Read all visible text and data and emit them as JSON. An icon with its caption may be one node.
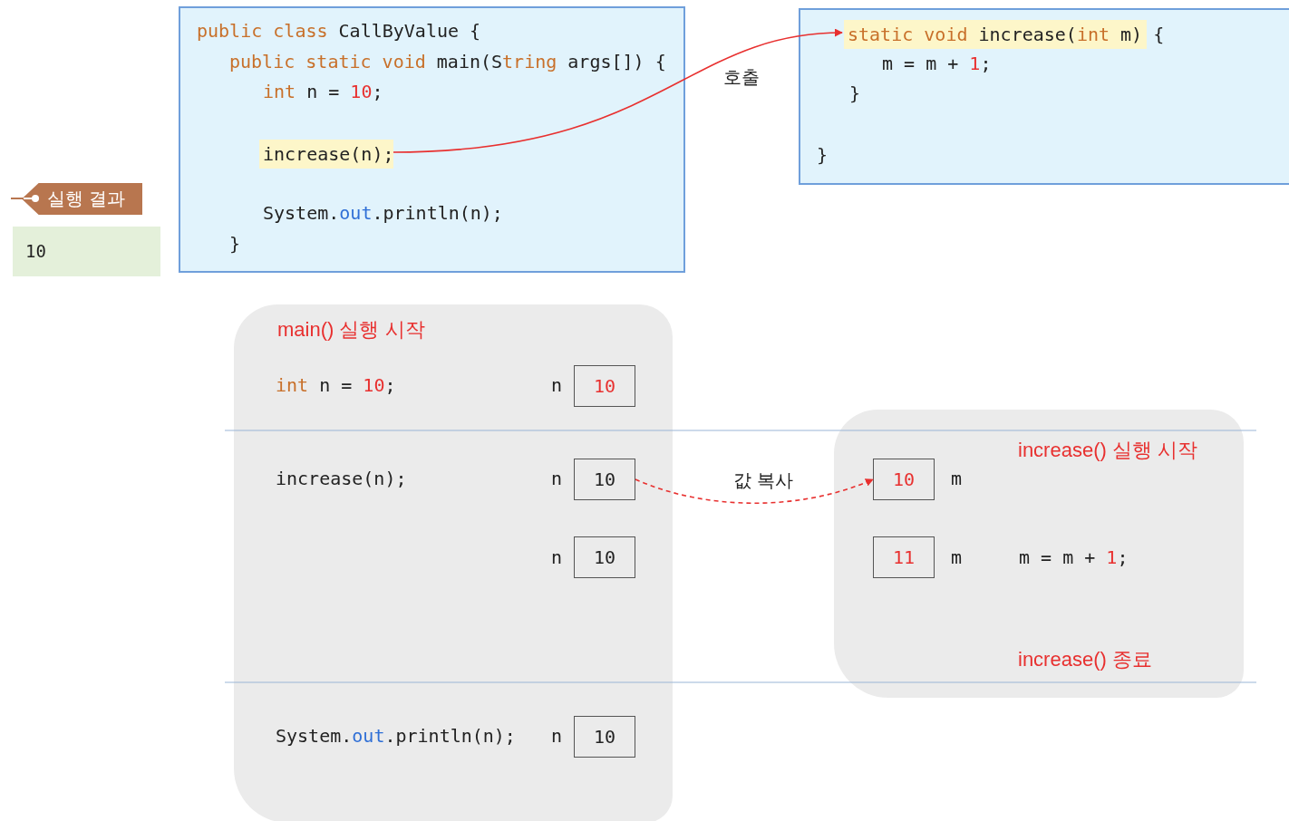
{
  "diagram": {
    "nodes": [
      {
        "text": [
          "public class CallByValue {",
          "public static void main(String args[]) {",
          "int n = 10;",
          "System.out.println(n);",
          "}"
        ]
      },
      {
        "text": [
          "increase(n);"
        ],
        "in": 0
      },
      {
        "text": [
          "m = m + 1;",
          "}",
          "}"
        ]
      },
      {
        "text": [
          "static void increase(int m) {"
        ],
        "in": 2
      },
      {
        "text": [
          "실행 결과"
        ]
      },
      {
        "text": [
          "10"
        ]
      },
      {
        "text": [
          "main() 실행 시작"
        ]
      },
      {
        "text": [
          "10"
        ],
        "in": 6
      },
      {
        "text": [
          "10"
        ],
        "in": 6
      },
      {
        "text": [
          "10"
        ],
        "in": 6
      },
      {
        "text": [
          "10"
        ],
        "in": 6
      },
      {
        "text": [
          "increase() 실행 시작",
          "increase() 종료"
        ]
      },
      {
        "text": [
          "10"
        ],
        "in": 11
      },
      {
        "text": [
          "11"
        ],
        "in": 11
      }
    ],
    "edges": [
      {
        "from": 1,
        "to": 3,
        "arrow": "to",
        "label": "호출"
      },
      {
        "from": 8,
        "to": 12,
        "arrow": "to",
        "label": "값 복사",
        "style": "dashed"
      }
    ],
    "labels": [
      "int n = 10;",
      "n",
      "increase(n);",
      "n",
      "m",
      "n",
      "m",
      "m = m + 1;",
      "System.out.println(n);",
      "n"
    ]
  }
}
